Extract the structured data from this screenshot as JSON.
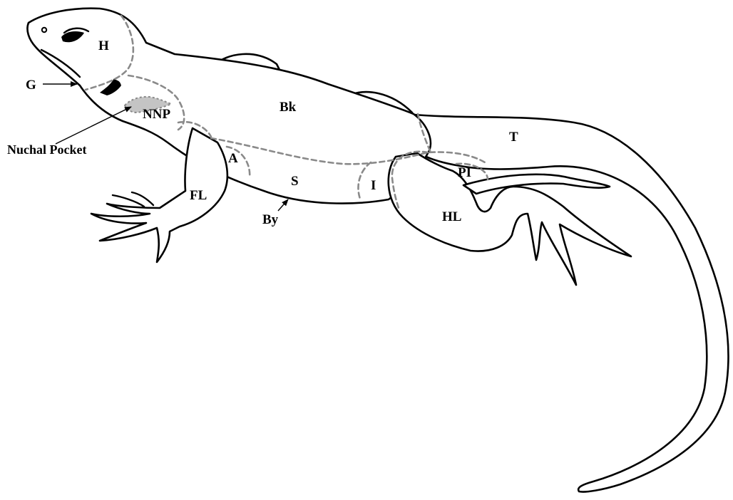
{
  "labels": {
    "head": "H",
    "gular": "G",
    "nnp": "NNP",
    "nuchal_pocket": "Nuchal Pocket",
    "back": "Bk",
    "axilla": "A",
    "side": "S",
    "forelimb": "FL",
    "belly": "By",
    "inguinal": "I",
    "hindlimb": "HL",
    "postinguinal": "PI",
    "tail": "T"
  },
  "colors": {
    "outline": "#000000",
    "region_boundary": "#8a8a8a",
    "nuchal_pocket_fill": "#c4c4c4",
    "background": "#ffffff"
  }
}
